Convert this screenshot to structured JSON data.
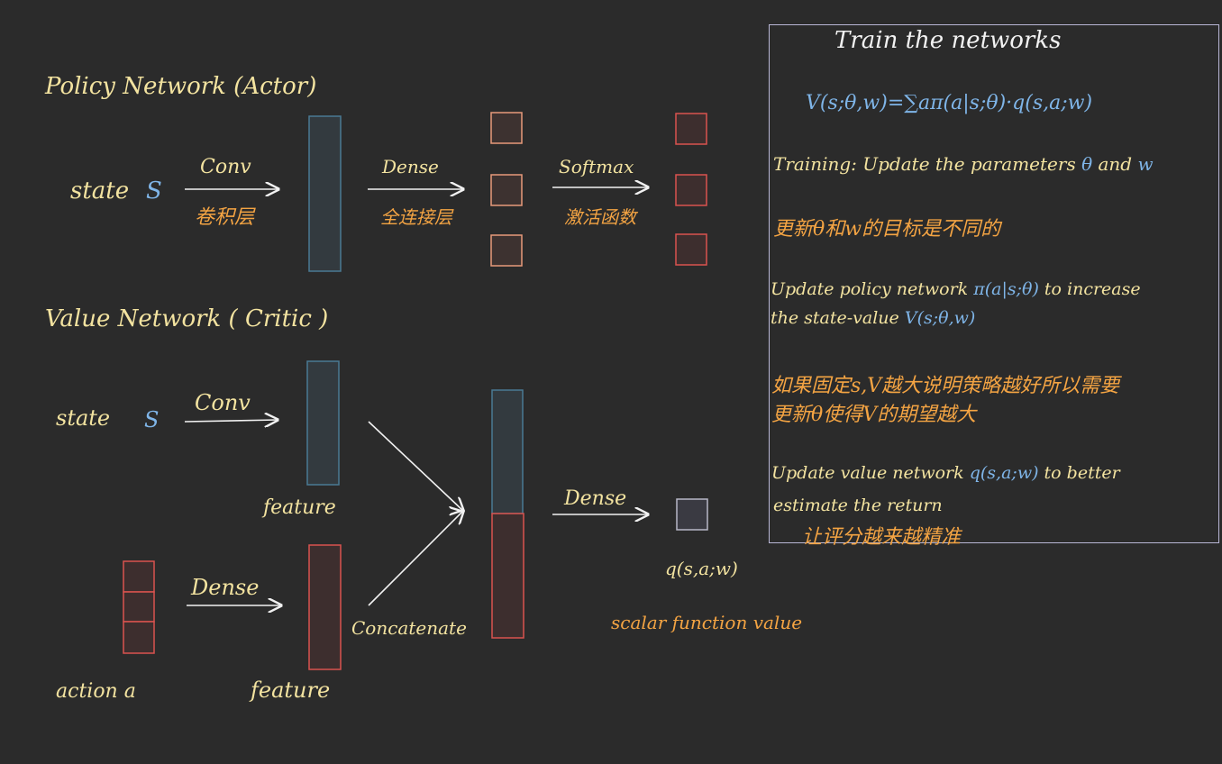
{
  "colors": {
    "background": "#2b2b2b",
    "yellow": "#f3e3a0",
    "orange": "#f4a443",
    "blue": "#7fb5e8",
    "white": "#f2f2f2",
    "box_border": "#b9b7d6",
    "blue_bar": "#4a7a94",
    "red_bar": "#d9534f",
    "salmon": "#e89a7a",
    "gray_box": "#b8b8c8"
  },
  "policy": {
    "title": "Policy Network (Actor)",
    "state_label": "state",
    "state_symbol": "S",
    "conv": "Conv",
    "conv_cn": "卷积层",
    "dense": "Dense",
    "dense_cn": "全连接层",
    "softmax": "Softmax",
    "softmax_cn": "激活函数"
  },
  "value": {
    "title": "Value Network ( Critic )",
    "state_label": "state",
    "state_symbol": "S",
    "conv": "Conv",
    "feature_top": "feature",
    "dense_action": "Dense",
    "feature_bottom": "feature",
    "action_label": "action a",
    "concat": "Concatenate",
    "dense_out": "Dense",
    "q_label": "q(s,a;w)",
    "scalar": "scalar function value"
  },
  "train_panel": {
    "title": "Train the networks",
    "formula": "V(s;θ,w)=∑aπ(a|s;θ)·q(s,a;w)",
    "training_line_a": "Training: Update the parameters",
    "training_theta": "θ",
    "training_and": "and",
    "training_w": "w",
    "cn_note_1": "更新θ和w的目标是不同的",
    "update_policy_a": "Update policy network",
    "update_policy_pi": "π(a|s;θ)",
    "update_policy_b": "to increase",
    "update_policy_c": "the state-value",
    "update_policy_v": "V(s;θ,w)",
    "cn_note_2a": "如果固定s,V越大说明策略越好所以需要",
    "cn_note_2b": "更新θ使得V的期望越大",
    "update_value_a": "Update value network",
    "update_value_q": "q(s,a;w)",
    "update_value_b": "to better",
    "update_value_c": "estimate the return",
    "cn_note_3": "让评分越来越精准"
  }
}
